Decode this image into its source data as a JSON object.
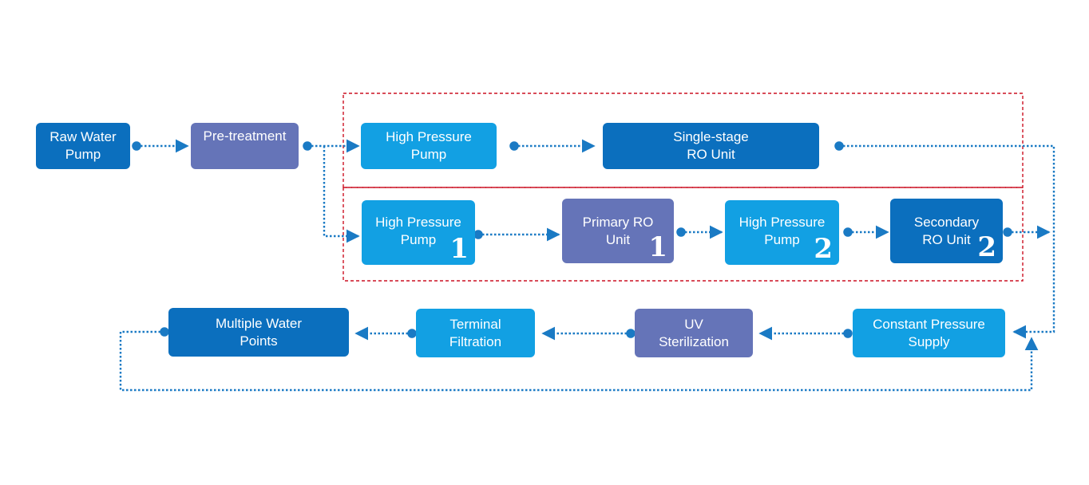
{
  "colors": {
    "dark_blue": "#0b6fbe",
    "light_blue": "#12a0e3",
    "purple": "#6574b8",
    "connector": "#1a7ac4",
    "option_border": "#cc1122"
  },
  "row1": {
    "raw_water_pump": [
      "Raw Water",
      "Pump"
    ],
    "pretreatment": [
      "Pre-treatment"
    ]
  },
  "option_single": {
    "hp_pump": [
      "High Pressure",
      "Pump"
    ],
    "ro_unit": [
      "Single-stage",
      "RO Unit"
    ]
  },
  "option_double": {
    "hp_pump_1": {
      "lines": [
        "High Pressure",
        "Pump"
      ],
      "num": "1"
    },
    "primary_ro": {
      "lines": [
        "Primary RO",
        "Unit"
      ],
      "num": "1"
    },
    "hp_pump_2": {
      "lines": [
        "High Pressure",
        "Pump"
      ],
      "num": "2"
    },
    "secondary_ro": {
      "lines": [
        "Secondary",
        "RO Unit"
      ],
      "num": "2"
    }
  },
  "row3": {
    "multiple_points": [
      "Multiple Water",
      "Points"
    ],
    "terminal_filtration": [
      "Terminal",
      "Filtration"
    ],
    "uv_sterilization": [
      "UV",
      "Sterilization"
    ],
    "constant_pressure": [
      "Constant Pressure",
      "Supply"
    ]
  }
}
